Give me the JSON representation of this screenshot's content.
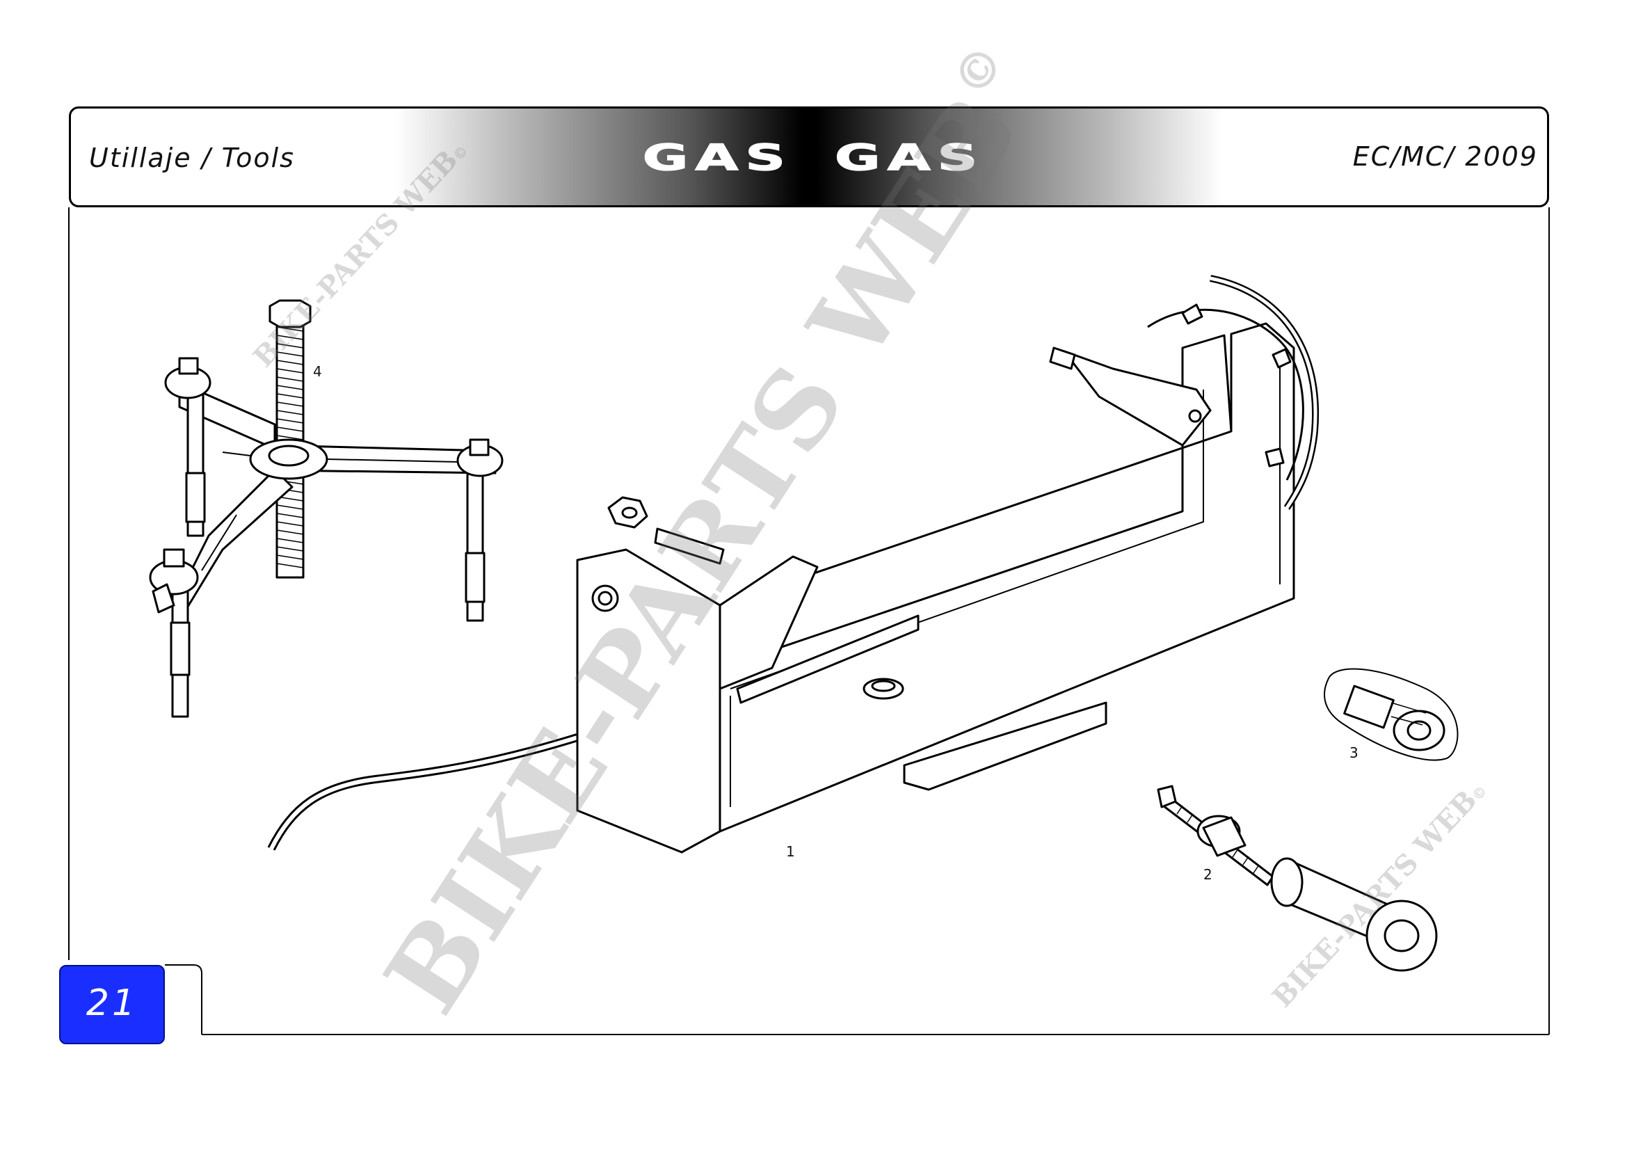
{
  "header": {
    "section_title": "Utillaje / Tools",
    "brand_left": "GAS",
    "brand_right": "GAS",
    "model": "EC/MC/ 2009"
  },
  "page": {
    "number": "21"
  },
  "callouts": {
    "tool_1": "1",
    "tool_2": "2",
    "tool_3": "3",
    "tool_4": "4"
  },
  "watermark": {
    "text": "BIKE-PARTS WEB",
    "symbol": "©"
  }
}
